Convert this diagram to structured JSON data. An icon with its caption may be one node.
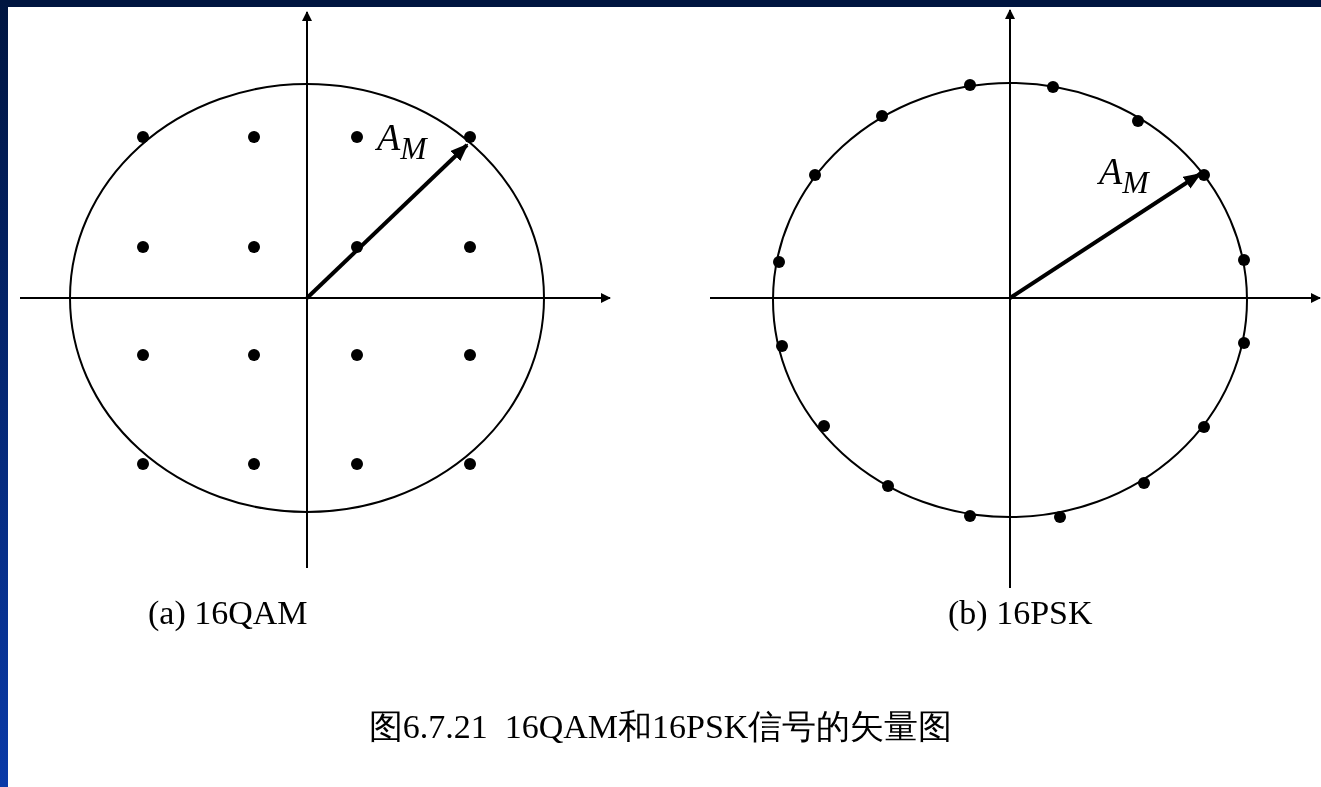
{
  "diagram": {
    "caption": "图6.7.21  16QAM和16PSK信号的矢量图",
    "labels": [
      "A$_{M}$",
      "A$_{M}$",
      "(a) 16QAM",
      "(b) 16PSK"
    ]
  }
}
